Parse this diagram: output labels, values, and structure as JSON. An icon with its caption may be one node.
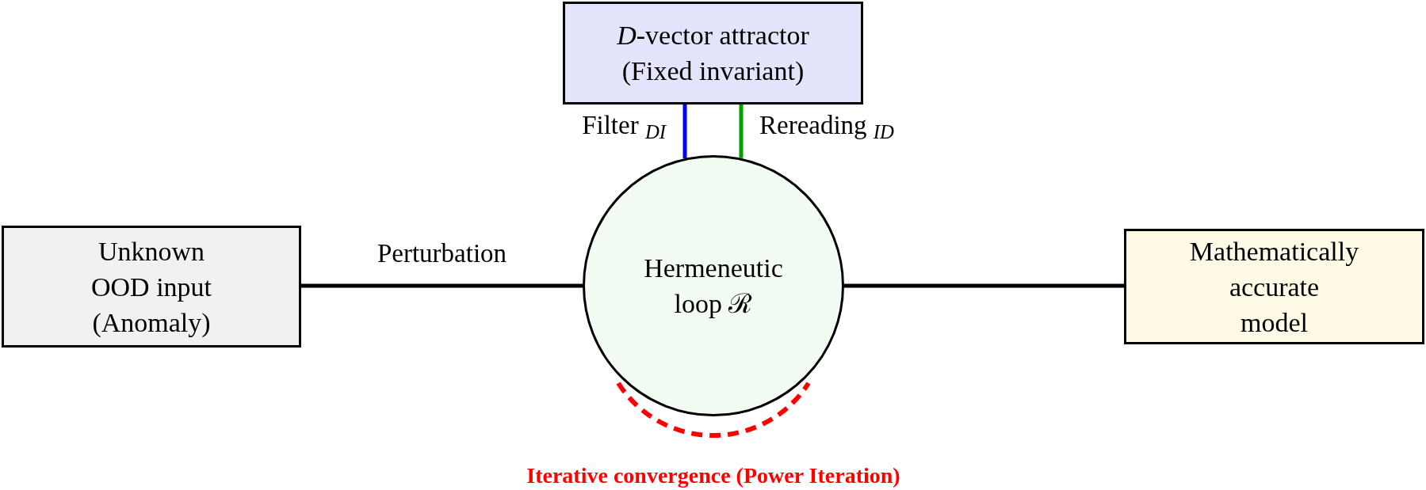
{
  "diagram": {
    "nodes": [
      {
        "text": [
          "*D*-vector attractor (Fixed invariant)"
        ]
      },
      {
        "text": [
          "Unknown OOD input (Anomaly)"
        ]
      },
      {
        "text": [
          "Hermeneutic loop ℛ"
        ],
        "beside": [
          "Iterative convergence (Power Iteration)"
        ]
      },
      {
        "text": [
          "Mathematically accurate model"
        ]
      }
    ],
    "edges": [
      {
        "from": 0,
        "to": 2,
        "arrow": "none",
        "label": "Filter $_{DI}$",
        "color": "#0000ff"
      },
      {
        "from": 2,
        "to": 0,
        "arrow": "none",
        "label": "Rereading $_{ID}$",
        "color": "#00a000"
      },
      {
        "from": 1,
        "to": 2,
        "arrow": "none",
        "label": "Perturbation"
      },
      {
        "from": 2,
        "to": 3,
        "arrow": "none"
      }
    ]
  }
}
